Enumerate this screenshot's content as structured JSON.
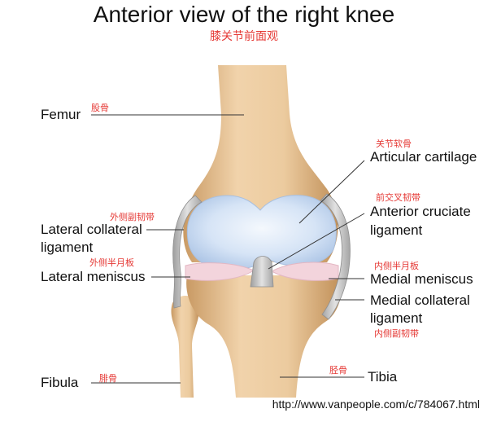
{
  "title": "Anterior view of the right knee",
  "subtitle": "膝关节前面观",
  "labels": {
    "femur": {
      "en": "Femur",
      "cn": "股骨"
    },
    "articular_cartilage": {
      "en": "Articular cartilage",
      "cn": "关节软骨"
    },
    "acl": {
      "en_line1": "Anterior cruciate",
      "en_line2": "ligament",
      "cn": "前交叉韧带"
    },
    "lcl": {
      "en_line1": "Lateral collateral",
      "en_line2": "ligament",
      "cn": "外侧副韧带"
    },
    "lateral_meniscus": {
      "en": "Lateral meniscus",
      "cn": "外侧半月板"
    },
    "medial_meniscus": {
      "en": "Medial meniscus",
      "cn": "内侧半月板"
    },
    "mcl": {
      "en_line1": "Medial collateral",
      "en_line2": "ligament",
      "cn": "内侧副韧带"
    },
    "fibula": {
      "en": "Fibula",
      "cn": "腓骨"
    },
    "tibia": {
      "en": "Tibia",
      "cn": "胫骨"
    }
  },
  "watermark": "http://www.vanpeople.com/c/784067.html",
  "colors": {
    "bone": "#e8c79c",
    "bone_shade": "#c99a64",
    "cartilage": "#cfe0f5",
    "ligament": "#b9b9b9",
    "meniscus": "#f3d4dc",
    "label_cn": "#e53935"
  }
}
